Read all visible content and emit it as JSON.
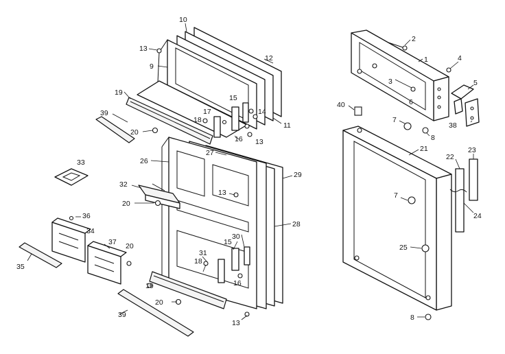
{
  "labels": {
    "p1": "1",
    "p2": "2",
    "p3": "3",
    "p4": "4",
    "p5": "5",
    "p6": "6",
    "p7a": "7",
    "p7b": "7",
    "p8a": "8",
    "p8b": "8",
    "p9": "9",
    "p10": "10",
    "p11": "11",
    "p12": "12",
    "p13a": "13",
    "p13b": "13",
    "p13c": "13",
    "p13d": "13",
    "p14": "14",
    "p15a": "15",
    "p15b": "15",
    "p16a": "16",
    "p16b": "16",
    "p17": "17",
    "p18a": "18",
    "p18b": "18",
    "p19a": "19",
    "p19b": "19",
    "p20a": "20",
    "p20b": "20",
    "p20c": "20",
    "p20d": "20",
    "p21": "21",
    "p22": "22",
    "p23": "23",
    "p24": "24",
    "p25": "25",
    "p26": "26",
    "p27": "27",
    "p28": "28",
    "p29": "29",
    "p30": "30",
    "p31": "31",
    "p32": "32",
    "p33": "33",
    "p34": "34",
    "p35": "35",
    "p36": "36",
    "p37": "37",
    "p38": "38",
    "p39a": "39",
    "p39b": "39",
    "p40": "40"
  }
}
